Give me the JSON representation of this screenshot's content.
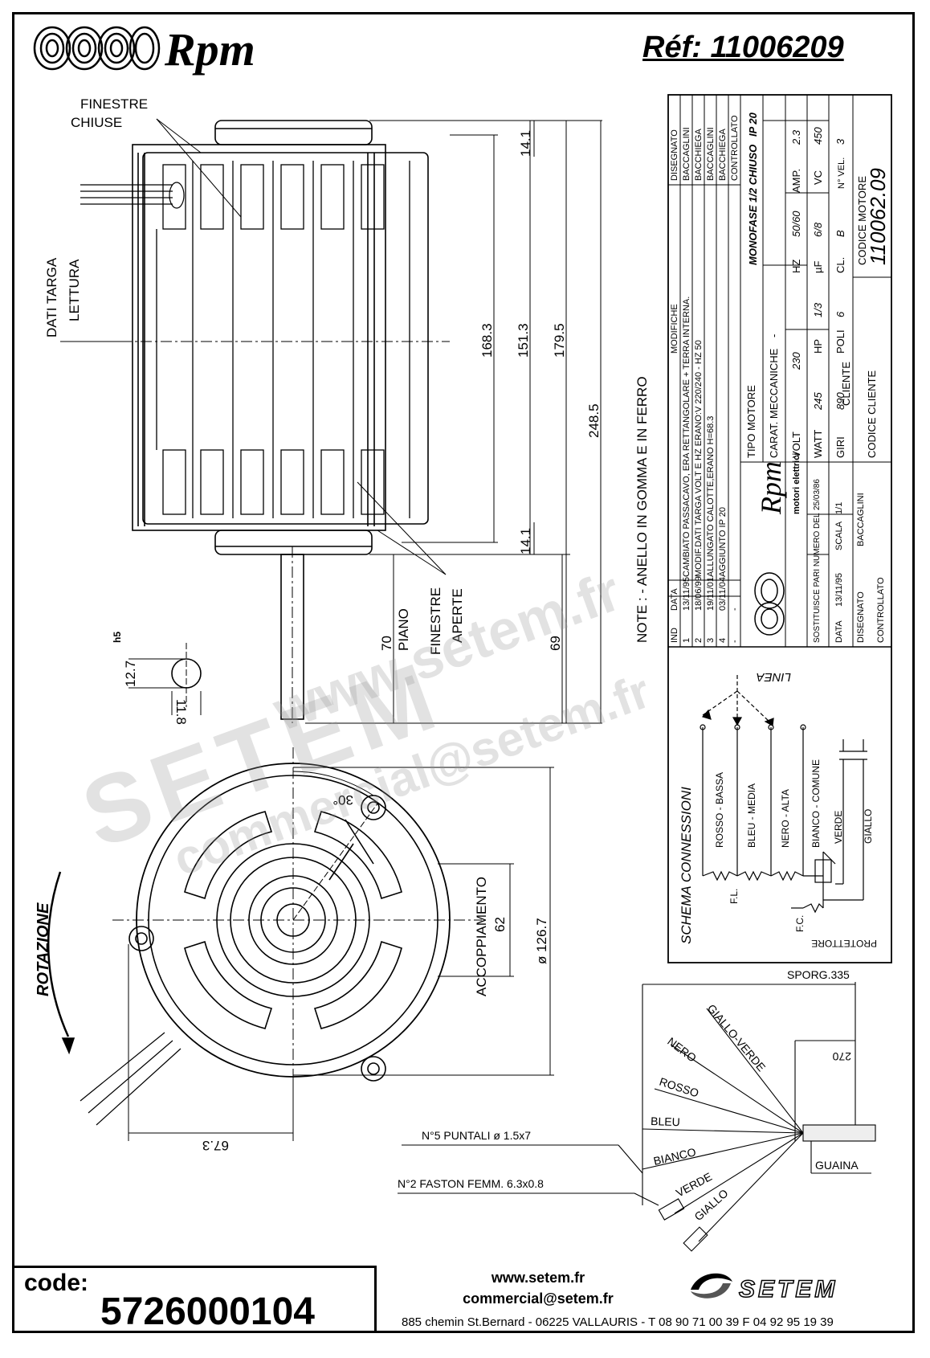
{
  "header": {
    "brand": "Rpm",
    "reference": "Réf:  11006209"
  },
  "side_view": {
    "label_finestre_chiuse": [
      "FINESTRE",
      "CHIUSE"
    ],
    "label_dati_targa": "DATI TARGA",
    "label_lettura": "LETTURA",
    "label_finestre_aperte": [
      "FINESTRE",
      "APERTE"
    ],
    "label_piano": "PIANO",
    "dim_top": "14.1",
    "dim_bottom": "14.1",
    "dim_168": "168.3",
    "dim_151": "151.3",
    "dim_179": "179.5",
    "dim_248": "248.5",
    "dim_70": "70",
    "dim_69": "69",
    "shaft_dim": "12.7",
    "shaft_tol": "h5",
    "shaft_flat": "11.8"
  },
  "front_view": {
    "label_rotazione": "ROTAZIONE",
    "angle": "30°",
    "label_accoppiamento": "ACCOPPIAMENTO",
    "dim_62": "62",
    "dim_126": "ø 126.7",
    "dim_67": "67.3"
  },
  "title_block": {
    "note": "NOTE :  - ANELLO IN GOMMA E IN FERRO",
    "revisions": [
      {
        "ind": "4",
        "data": "03/11/04",
        "modifica": "AGGIUNTO IP 20",
        "firma": "BACCHIEGA"
      },
      {
        "ind": "3",
        "data": "19/11/01",
        "modifica": "ALLUNGATO CALOTTE,ERANO H=68.3",
        "firma": "BACCAGLINI"
      },
      {
        "ind": "2",
        "data": "18/06/99",
        "modifica": "MODIF.DATI TARGA VOLT E HZ ERANO:V 220/240 - HZ 50",
        "firma": "BACCHIEGA"
      },
      {
        "ind": "1",
        "data": "13/11/95",
        "modifica": "CAMBIATO PASSACAVO, ERA RETTANGOLARE + TERRA INTERNA.",
        "firma": "BACCAGLINI"
      }
    ],
    "rev_headers": {
      "ind": "IND",
      "data": "DATA",
      "modifica": "MODIFICHE",
      "disegnato": "DISEGNATO",
      "controllato": "CONTROLLATO"
    },
    "dash": "-",
    "tipo_motore_label": "TIPO MOTORE",
    "tipo_motore": "MONOFASE 1/2 CHIUSO",
    "ip": "IP 20",
    "carat_label": "CARAT. MECCANICHE",
    "volt_label": "VOLT",
    "volt": "230",
    "hz_label": "HZ",
    "hz": "50/60",
    "amp_label": "AMP.",
    "amp": "2.3",
    "watt_label": "WATT",
    "watt": "245",
    "hp_label": "HP",
    "hp": "1/3",
    "uf_label": "µF",
    "uf": "6/8",
    "vc_label": "VC",
    "vc": "450",
    "giri_label": "GIRI",
    "giri": "890",
    "poli_label": "POLI",
    "poli": "6",
    "cl_label": "CL.",
    "cl": "B",
    "vel_label": "N° VEL.",
    "vel": "3",
    "codice_motore_label": "CODICE MOTORE",
    "codice_motore": "110062.09",
    "cliente_label": "CLIENTE",
    "codice_cliente_label": "CODICE CLIENTE",
    "rpm_logo": "Rpm",
    "rpm_sub": "motori elettrici",
    "sostituisce": "SOSTITUISCE PARI NUMERO DEL",
    "sostituisce_data": "25/03/86",
    "data_label": "DATA",
    "data_val": "13/11/95",
    "scala_label": "SCALA",
    "scala": "1/1",
    "disegnato_label": "DISEGNATO",
    "disegnato": "BACCAGLINI",
    "controllato_label": "CONTROLLATO"
  },
  "schema": {
    "title": "SCHEMA CONNESSIONI",
    "linea": "LINEA",
    "rosso": "ROSSO - BASSA",
    "bleu": "BLEU - MEDIA",
    "nero": "NERO - ALTA",
    "bianco": "BIANCO - COMUNE",
    "verde": "VERDE",
    "giallo": "GIALLO",
    "fl": "F.L.",
    "fc": "F.C.",
    "protettore": "PROTETTORE"
  },
  "leads": {
    "sporg": "SPORG.335",
    "dim_270": "270",
    "wires": [
      "GIALLO-VERDE",
      "NERO",
      "ROSSO",
      "BLEU",
      "BIANCO",
      "VERDE",
      "GIALLO"
    ],
    "puntali": "N°5 PUNTALI ø 1.5x7",
    "faston": "N°2 FASTON FEMM. 6.3x0.8",
    "guaina": "GUAINA"
  },
  "footer": {
    "code_label": "code:",
    "code": "5726000104",
    "web": "www.setem.fr",
    "email": "commercial@setem.fr",
    "address": "885 chemin St.Bernard  -  06225 VALLAURIS  -  T 08 90 71 00 39   F 04 92 95 19 39",
    "setem": "SETEM"
  },
  "watermark": {
    "line1": "www.setem.fr",
    "line2": "SETEM",
    "line3": "commercial@setem.fr"
  }
}
